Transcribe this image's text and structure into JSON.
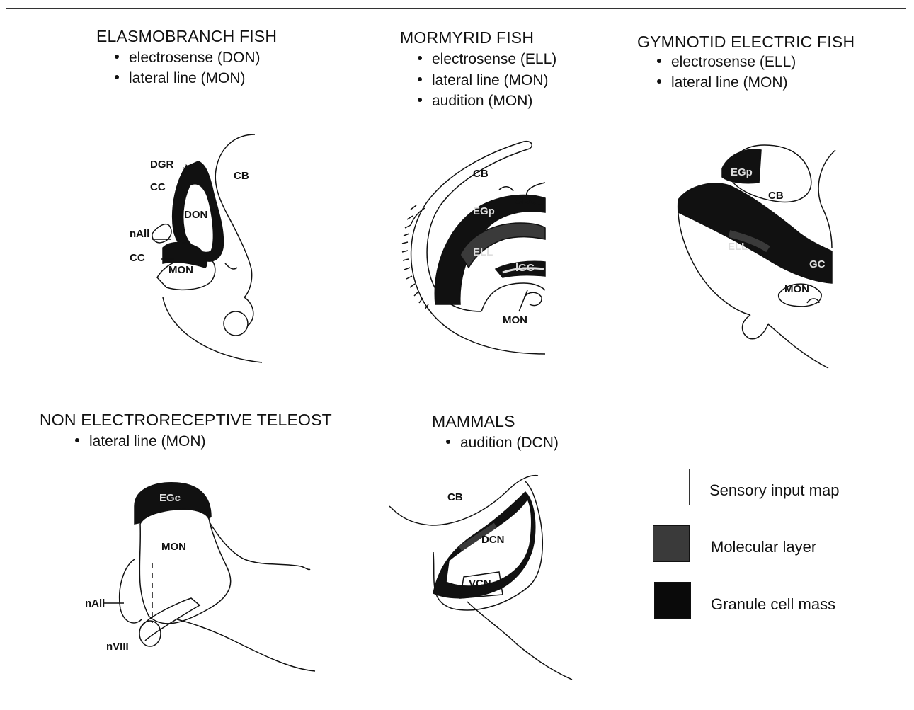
{
  "panels": [
    {
      "title": "ELASMOBRANCH FISH",
      "items": [
        "electrosense (DON)",
        "lateral line (MON)"
      ]
    },
    {
      "title": "MORMYRID FISH",
      "items": [
        "electrosense (ELL)",
        "lateral line (MON)",
        "audition (MON)"
      ]
    },
    {
      "title": "GYMNOTID ELECTRIC FISH",
      "items": [
        "electrosense (ELL)",
        "lateral line (MON)"
      ]
    },
    {
      "title": "NON ELECTRORECEPTIVE TELEOST",
      "items": [
        "lateral line (MON)"
      ]
    },
    {
      "title": "MAMMALS",
      "items": [
        "audition (DCN)"
      ]
    }
  ],
  "labels": {
    "elasmo": {
      "dgr": "DGR",
      "cb": "CB",
      "cc1": "CC",
      "don": "DON",
      "nall": "nAll",
      "cc2": "CC",
      "mon": "MON"
    },
    "mormyrid": {
      "cb1": "CB",
      "cb2": "CB",
      "egp": "EGp",
      "ell": "ELL",
      "lgc": "lGC",
      "mon": "MON"
    },
    "gymnotid": {
      "egp": "EGp",
      "cb": "CB",
      "ell": "ELL",
      "gc": "GC",
      "mon": "MON"
    },
    "teleost": {
      "egc": "EGc",
      "mon": "MON",
      "nall": "nAll",
      "nviii": "nVIII"
    },
    "mammal": {
      "cb": "CB",
      "dcn": "DCN",
      "vcn": "VCN"
    }
  },
  "legend": [
    {
      "label": "Sensory input map",
      "fill": "#ffffff"
    },
    {
      "label": "Molecular layer",
      "fill": "#3a3a3a"
    },
    {
      "label": "Granule cell mass",
      "fill": "#0a0a0a"
    }
  ]
}
